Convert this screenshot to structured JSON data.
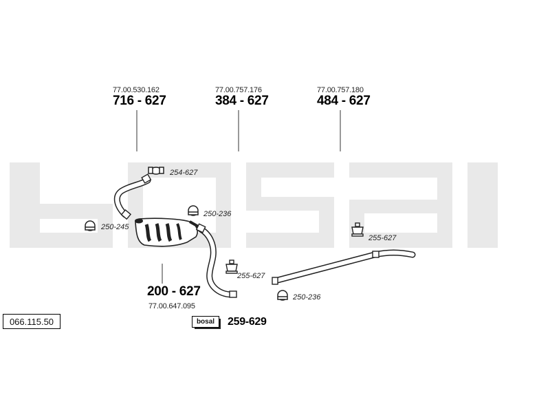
{
  "brand_watermark": "bosal",
  "reference_number": "066.115.50",
  "groups": [
    {
      "oem": "77.00.530.162",
      "part": "716 - 627"
    },
    {
      "oem": "77.00.757.176",
      "part": "384 - 627"
    },
    {
      "oem": "77.00.757.180",
      "part": "484 - 627"
    },
    {
      "oem": "77.00.647.095",
      "part": "200 - 627"
    }
  ],
  "fittings": {
    "clamp_top": "254-627",
    "clamp_left": "250-245",
    "clamp_mid": "250-236",
    "mount_mid": "255-627",
    "clamp_bottom": "250-236",
    "mount_right": "255-627"
  },
  "fitting_kit": {
    "logo": "bosal",
    "part": "259-629"
  }
}
